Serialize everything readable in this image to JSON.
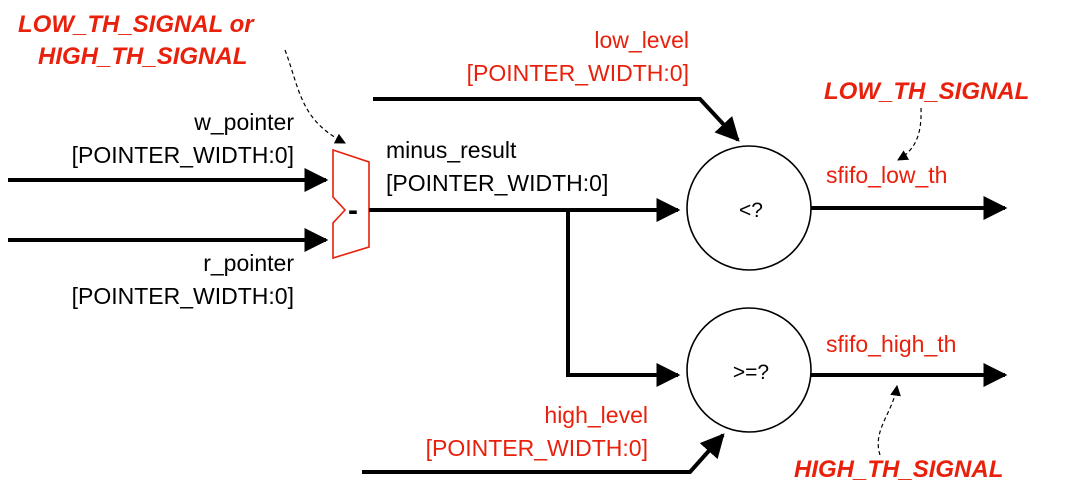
{
  "inputs": {
    "w_pointer": "w_pointer",
    "w_pointer_width": "[POINTER_WIDTH:0]",
    "r_pointer": "r_pointer",
    "r_pointer_width": "[POINTER_WIDTH:0]"
  },
  "subtractor": {
    "symbol": "-",
    "annotation_line1": "LOW_TH_SIGNAL  or",
    "annotation_line2": "HIGH_TH_SIGNAL"
  },
  "minus_result": {
    "name": "minus_result",
    "width": "[POINTER_WIDTH:0]"
  },
  "low_level": {
    "name": "low_level",
    "width": "[POINTER_WIDTH:0]"
  },
  "high_level": {
    "name": "high_level",
    "width": "[POINTER_WIDTH:0]"
  },
  "comparators": {
    "less_than": "<?",
    "greater_equal": ">=?"
  },
  "outputs": {
    "low_th": "sfifo_low_th",
    "low_th_signal": "LOW_TH_SIGNAL",
    "high_th": "sfifo_high_th",
    "high_th_signal": "HIGH_TH_SIGNAL"
  },
  "colors": {
    "signal_red": "#e8200c",
    "wire": "#000000"
  }
}
